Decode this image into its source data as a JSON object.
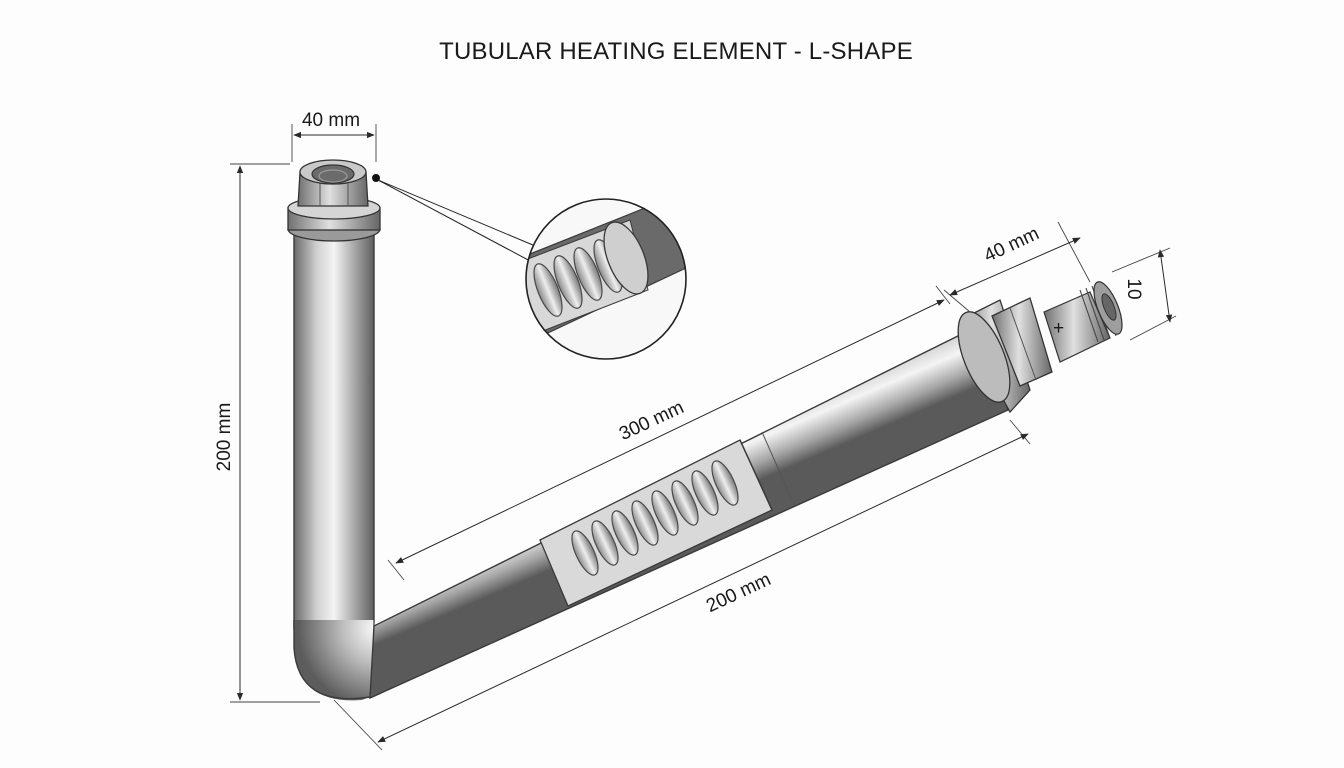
{
  "title": "TUBULAR HEATING ELEMENT - L-SHAPE",
  "dimensions": {
    "top_width": "40 mm",
    "vertical_height": "200 mm",
    "long_leg_length": "300 mm",
    "bottom_length": "200 mm",
    "terminal_length": "40 mm",
    "terminal_diameter": "10"
  },
  "terminal_polarity": "+",
  "colors": {
    "background": "#fdfdfd",
    "steel_dark": "#6f6f6f",
    "steel_light": "#f2f2f2",
    "line": "#2a2a2a"
  }
}
